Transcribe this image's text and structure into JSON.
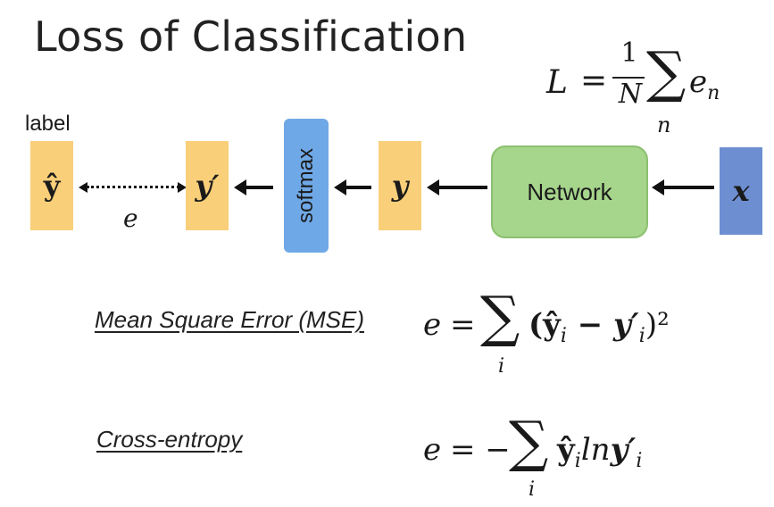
{
  "title": "Loss of Classification",
  "formula_total": {
    "lhs": "L",
    "equals": "=",
    "frac_num": "1",
    "frac_den": "N",
    "sigma": "∑",
    "term": "e",
    "term_sub": "n",
    "sum_index": "n"
  },
  "diagram": {
    "label_text": "label",
    "y_hat": "ŷ",
    "y_prime": "y′",
    "softmax": "softmax",
    "y": "y",
    "network": "Network",
    "x": "x",
    "distance_label": "e",
    "colors": {
      "output_box": "#f9cf7a",
      "softmax_box": "#6fa8e6",
      "network_box": "#a6d58c",
      "input_box": "#6d8fd2"
    }
  },
  "losses": [
    {
      "name": "Mean Square Error (MSE)",
      "lhs": "e",
      "equals": "=",
      "sigma": "∑",
      "sum_index": "i",
      "body": "(ŷ",
      "body_sub1": "i",
      "body_mid": " − y′",
      "body_sub2": "i",
      "body_end": ")²"
    },
    {
      "name": "Cross-entropy",
      "lhs": "e",
      "equals": "= −",
      "sigma": "∑",
      "sum_index": "i",
      "body": "ŷ",
      "body_sub1": "i",
      "body_mid": "ln",
      "body_y": "y′",
      "body_sub2": "i"
    }
  ]
}
